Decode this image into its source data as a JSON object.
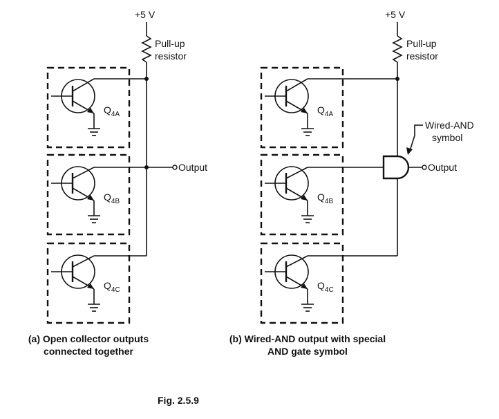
{
  "supply": "+5 V",
  "pullup": {
    "line1": "Pull-up",
    "line2": "resistor"
  },
  "output_label": "Output",
  "wired_and": {
    "line1": "Wired-AND",
    "line2": "symbol"
  },
  "transistors": [
    {
      "q": "Q",
      "sub": "4A"
    },
    {
      "q": "Q",
      "sub": "4B"
    },
    {
      "q": "Q",
      "sub": "4C"
    }
  ],
  "captions": {
    "a_line1": "(a) Open collector outputs",
    "a_line2": "connected together",
    "b_line1": "(b) Wired-AND output with special",
    "b_line2": "AND gate symbol"
  },
  "figure_label": "Fig. 2.5.9"
}
